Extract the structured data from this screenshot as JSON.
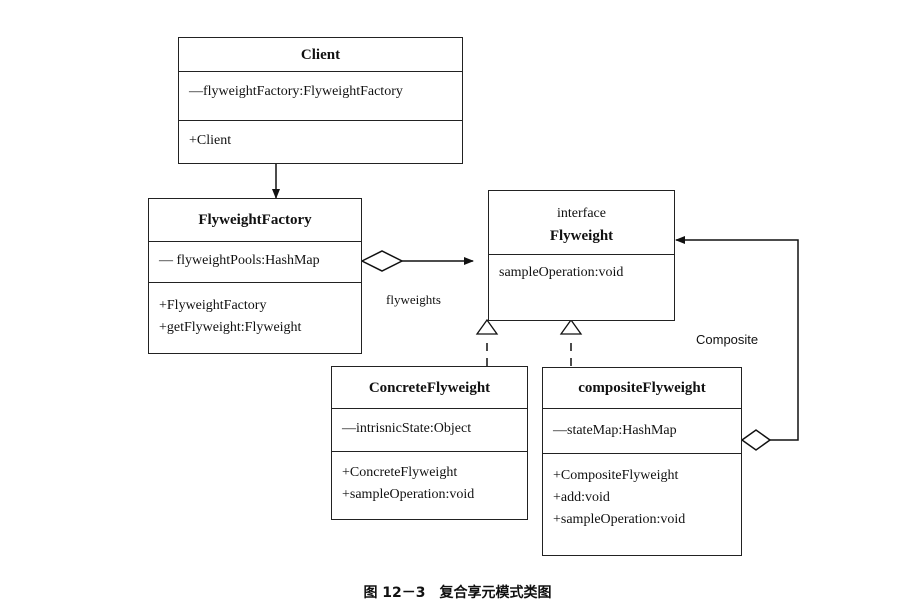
{
  "client": {
    "name": "Client",
    "attribute": "—flyweightFactory:FlyweightFactory",
    "operation": "+Client"
  },
  "factory": {
    "name": "FlyweightFactory",
    "attribute": "— flyweightPools:HashMap",
    "operations": [
      "+FlyweightFactory",
      "+getFlyweight:Flyweight"
    ]
  },
  "flyweight": {
    "stereotype": "interface",
    "name": "Flyweight",
    "operation": "sampleOperation:void"
  },
  "concrete": {
    "name": "ConcreteFlyweight",
    "attribute": "—intrisnicState:Object",
    "operations": [
      "+ConcreteFlyweight",
      "+sampleOperation:void"
    ]
  },
  "composite": {
    "name": "compositeFlyweight",
    "attribute": "—stateMap:HashMap",
    "operations": [
      "+CompositeFlyweight",
      "+add:void",
      "+sampleOperation:void"
    ]
  },
  "labels": {
    "flyweights": "flyweights",
    "composite": "Composite"
  },
  "caption": "图 12－3　复合享元模式类图"
}
